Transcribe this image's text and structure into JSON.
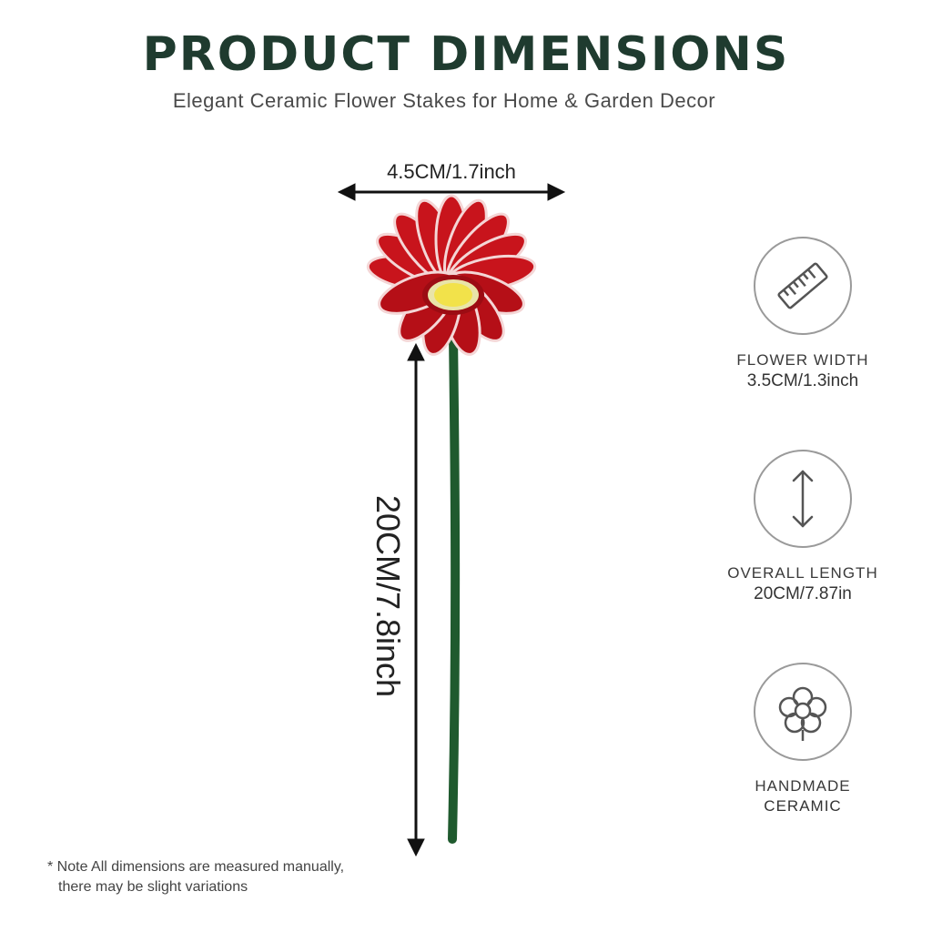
{
  "header": {
    "title": "PRODUCT DIMENSIONS",
    "subtitle": "Elegant Ceramic Flower Stakes for Home & Garden Decor"
  },
  "dimensions": {
    "width_label": "4.5CM/1.7inch",
    "length_label": "20CM/7.8inch"
  },
  "features": [
    {
      "icon": "ruler-icon",
      "title": "FLOWER WIDTH",
      "value": "3.5CM/1.3inch"
    },
    {
      "icon": "up-down-arrow-icon",
      "title": "OVERALL LENGTH",
      "value": "20CM/7.87in"
    },
    {
      "icon": "flower-icon",
      "title": "HANDMADE",
      "value": "CERAMIC"
    }
  ],
  "note": {
    "line1": "* Note  All dimensions are measured manually,",
    "line2": "there may be slight variations"
  },
  "colors": {
    "title": "#1f3b2f",
    "petal": "#c8141c",
    "center": "#f2e24a",
    "stem": "#1f5a2e"
  }
}
